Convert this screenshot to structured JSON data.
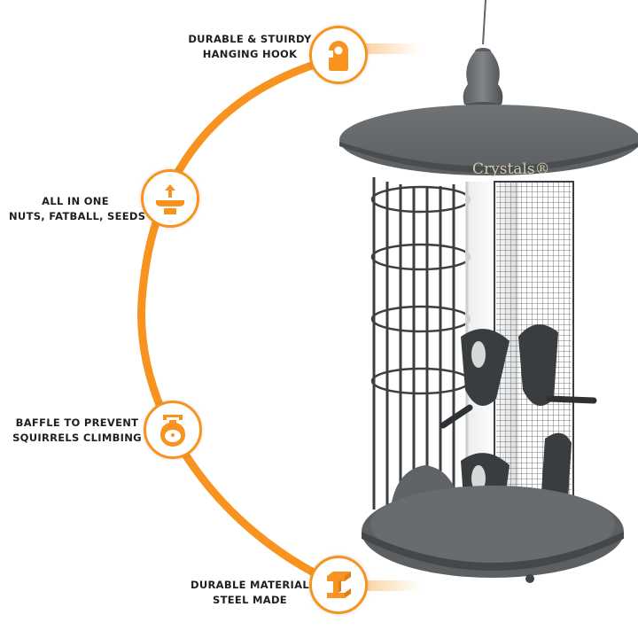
{
  "accent_color": "#f7931e",
  "brand": {
    "name": "Crystals",
    "mark": "®"
  },
  "features": [
    {
      "line1": "DURABLE & STUIRDY",
      "line2": "HANGING HOOK",
      "icon": "door-hanger-icon"
    },
    {
      "line1": "ALL IN ONE",
      "line2": "NUTS, FATBALL, SEEDS",
      "icon": "feeder-tray-upload-icon"
    },
    {
      "line1": "BAFFLE TO PREVENT",
      "line2": "SQUIRRELS CLIMBING",
      "icon": "baffle-bell-icon"
    },
    {
      "line1": "DURABLE MATERIAL",
      "line2": "STEEL MADE",
      "icon": "steel-i-beam-icon"
    }
  ]
}
